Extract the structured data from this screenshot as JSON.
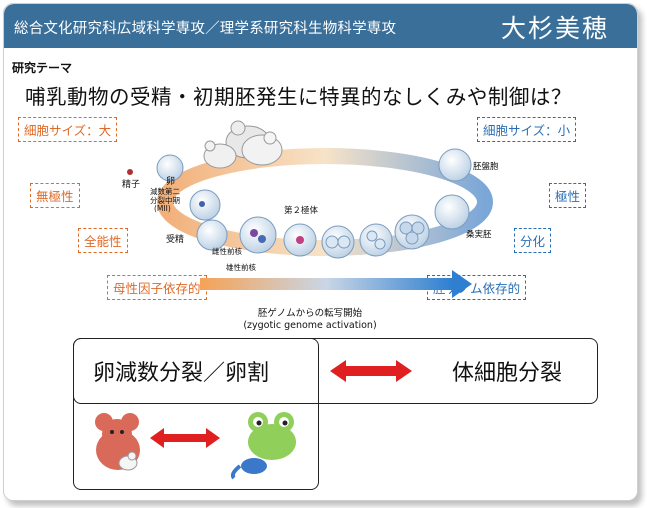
{
  "header": {
    "department": "総合文化研究科広域科学専攻／理学系研究科生物科学専攻",
    "name": "大杉美穂"
  },
  "theme_label": "研究テーマ",
  "question": "哺乳動物の受精・初期胚発生に特異的なしくみや制御は？",
  "labels_left": {
    "cell_size_large": "細胞サイズ：大",
    "apolar": "無極性",
    "totipotent": "全能性",
    "maternal": "母性因子依存的"
  },
  "labels_right": {
    "cell_size_small": "細胞サイズ：小",
    "polar": "極性",
    "differentiation": "分化",
    "embryonic_genome": "胚ゲノム依存的"
  },
  "diagram": {
    "sperm": "精子",
    "egg": "卵",
    "mii_line1": "減数第二",
    "mii_line2": "分裂中期",
    "mii_line3": "(MII)",
    "fertilization": "受精",
    "polar_body": "第２極体",
    "female_pronucleus": "雌性前核",
    "male_pronucleus": "雄性前核",
    "blastocyst": "胚盤胞",
    "morula": "桑実胚"
  },
  "zga": {
    "line1": "胚ゲノムからの転写開始",
    "line2": "(zygotic genome activation)"
  },
  "bottom": {
    "meiosis": "卵減数分裂／卵割",
    "somatic": "体細胞分裂"
  },
  "colors": {
    "header_bg": "#3a6f9a",
    "orange": "#e06a26",
    "blue": "#2a6fb5",
    "red_arrow": "#e02020",
    "mouse": "#d96a5a",
    "frog": "#8fcf5a",
    "tadpole": "#3a78c9"
  }
}
